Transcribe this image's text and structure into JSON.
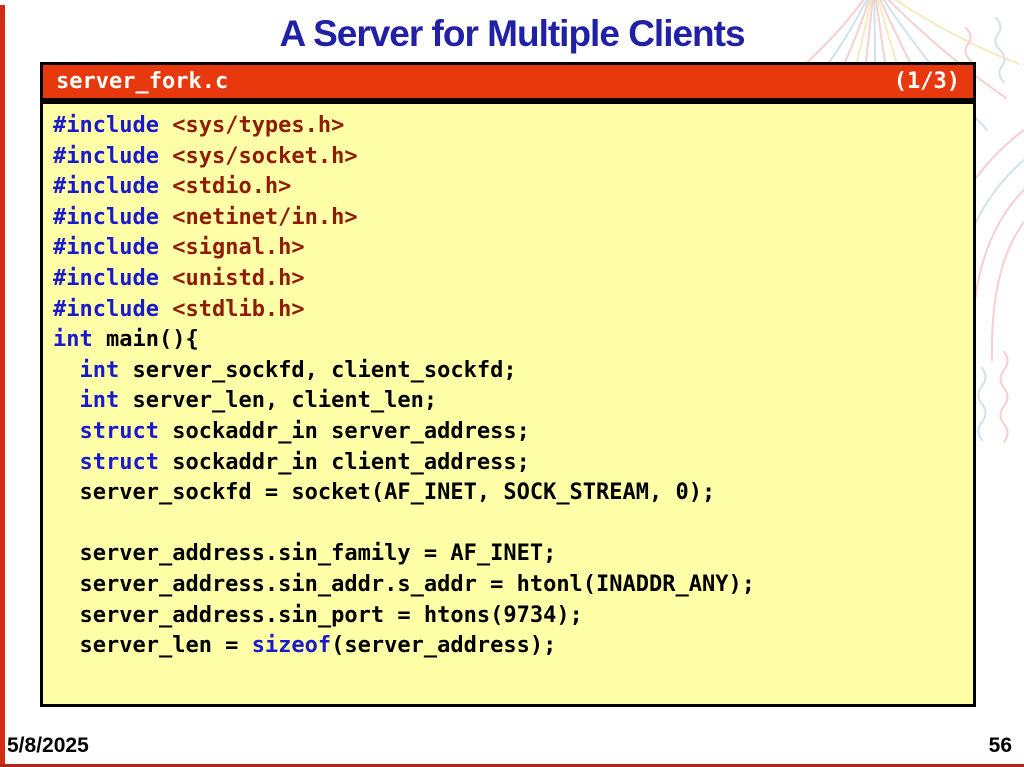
{
  "slide": {
    "title": "A Server for Multiple Clients"
  },
  "code_panel": {
    "filename": "server_fork.c",
    "part_indicator": "(1/3)",
    "lines": [
      [
        [
          "kw",
          "#include"
        ],
        [
          "pl",
          " "
        ],
        [
          "hd",
          "<sys/types.h>"
        ]
      ],
      [
        [
          "kw",
          "#include"
        ],
        [
          "pl",
          " "
        ],
        [
          "hd",
          "<sys/socket.h>"
        ]
      ],
      [
        [
          "kw",
          "#include"
        ],
        [
          "pl",
          " "
        ],
        [
          "hd",
          "<stdio.h>"
        ]
      ],
      [
        [
          "kw",
          "#include"
        ],
        [
          "pl",
          " "
        ],
        [
          "hd",
          "<netinet/in.h>"
        ]
      ],
      [
        [
          "kw",
          "#include"
        ],
        [
          "pl",
          " "
        ],
        [
          "hd",
          "<signal.h>"
        ]
      ],
      [
        [
          "kw",
          "#include"
        ],
        [
          "pl",
          " "
        ],
        [
          "hd",
          "<unistd.h>"
        ]
      ],
      [
        [
          "kw",
          "#include"
        ],
        [
          "pl",
          " "
        ],
        [
          "hd",
          "<stdlib.h>"
        ]
      ],
      [
        [
          "kw",
          "int"
        ],
        [
          "pl",
          " main(){"
        ]
      ],
      [
        [
          "pl",
          "  "
        ],
        [
          "kw",
          "int"
        ],
        [
          "pl",
          " server_sockfd, client_sockfd;"
        ]
      ],
      [
        [
          "pl",
          "  "
        ],
        [
          "kw",
          "int"
        ],
        [
          "pl",
          " server_len, client_len;"
        ]
      ],
      [
        [
          "pl",
          "  "
        ],
        [
          "kw",
          "struct"
        ],
        [
          "pl",
          " sockaddr_in server_address;"
        ]
      ],
      [
        [
          "pl",
          "  "
        ],
        [
          "kw",
          "struct"
        ],
        [
          "pl",
          " sockaddr_in client_address;"
        ]
      ],
      [
        [
          "pl",
          "  server_sockfd = socket(AF_INET, SOCK_STREAM, 0);"
        ]
      ],
      [],
      [
        [
          "pl",
          "  server_address.sin_family = AF_INET;"
        ]
      ],
      [
        [
          "pl",
          "  server_address.sin_addr.s_addr = htonl(INADDR_ANY);"
        ]
      ],
      [
        [
          "pl",
          "  server_address.sin_port = htons(9734);"
        ]
      ],
      [
        [
          "pl",
          "  server_len = "
        ],
        [
          "kw",
          "sizeof"
        ],
        [
          "pl",
          "(server_address);"
        ]
      ]
    ]
  },
  "footer": {
    "date": "5/8/2025",
    "page_number": "56"
  },
  "icons": {
    "decoration": "fireworks-decoration"
  },
  "colors": {
    "header_bar": "#e8380d",
    "panel_background": "#ffffa8",
    "keyword_blue": "#1a1acd",
    "include_maroon": "#8f1c04",
    "title_blue": "#2121a6",
    "edge_red": "#d22c15"
  }
}
